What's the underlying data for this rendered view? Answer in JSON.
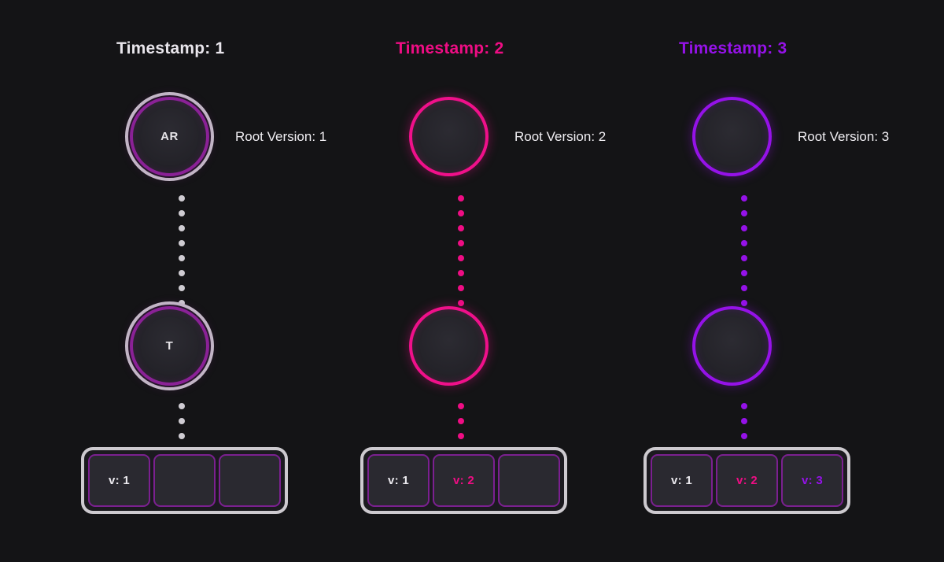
{
  "diagram": {
    "title_prefix": "Timestamp",
    "background_color": "#141416",
    "columns": [
      {
        "timestamp_label": "Timestamp: 1",
        "accent_color": "#e9e6ec",
        "ring_color": "#8a2196",
        "connector_color": "#cfccd2",
        "root_caption": "Root Version: 1",
        "top_node_text": "AR",
        "mid_node_text": "T",
        "cells": [
          {
            "label": "v: 1",
            "color": "#eceaef",
            "filled": true
          },
          {
            "label": "",
            "color": "#eceaef",
            "filled": false
          },
          {
            "label": "",
            "color": "#eceaef",
            "filled": false
          }
        ]
      },
      {
        "timestamp_label": "Timestamp: 2",
        "accent_color": "#ef0d84",
        "ring_color": "#f0108a",
        "connector_color": "#ef0d84",
        "root_caption": "Root Version: 2",
        "top_node_text": "",
        "mid_node_text": "",
        "cells": [
          {
            "label": "v: 1",
            "color": "#eceaef",
            "filled": true
          },
          {
            "label": "v: 2",
            "color": "#ef0d84",
            "filled": true
          },
          {
            "label": "",
            "color": "#eceaef",
            "filled": false
          }
        ]
      },
      {
        "timestamp_label": "Timestamp: 3",
        "accent_color": "#9512e8",
        "ring_color": "#9512e8",
        "connector_color": "#9512e8",
        "root_caption": "Root Version: 3",
        "top_node_text": "",
        "mid_node_text": "",
        "cells": [
          {
            "label": "v: 1",
            "color": "#eceaef",
            "filled": true
          },
          {
            "label": "v: 2",
            "color": "#ef0d84",
            "filled": true
          },
          {
            "label": "v: 3",
            "color": "#9512e8",
            "filled": true
          }
        ]
      }
    ],
    "connector_dot_counts": {
      "long": 10,
      "short": 4
    }
  }
}
